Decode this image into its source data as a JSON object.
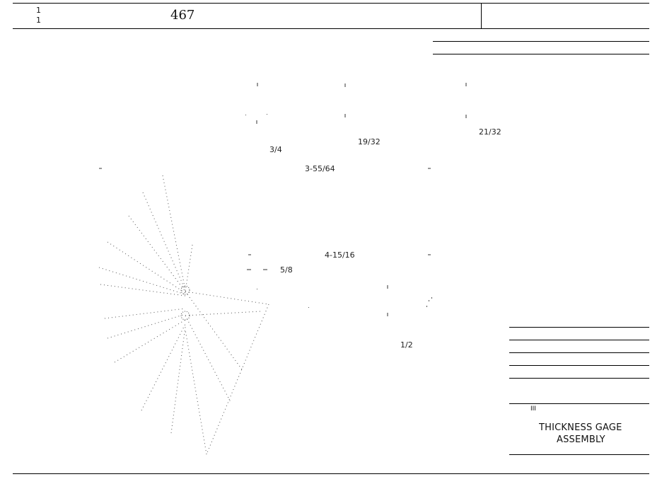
{
  "title_block_top": {
    "ref_top": "1",
    "ref_bottom": "1",
    "drawing_number": "467"
  },
  "dimensions": {
    "d_3_4": "3/4",
    "d_19_32": "19/32",
    "d_21_32": "21/32",
    "d_3_55_64": "3-55/64",
    "d_4_15_16": "4-15/16",
    "d_5_8": "5/8",
    "d_1_2": "1/2"
  },
  "title_block": {
    "small_label": "III",
    "title_line_1": "THICKNESS GAGE",
    "title_line_2": "ASSEMBLY"
  }
}
